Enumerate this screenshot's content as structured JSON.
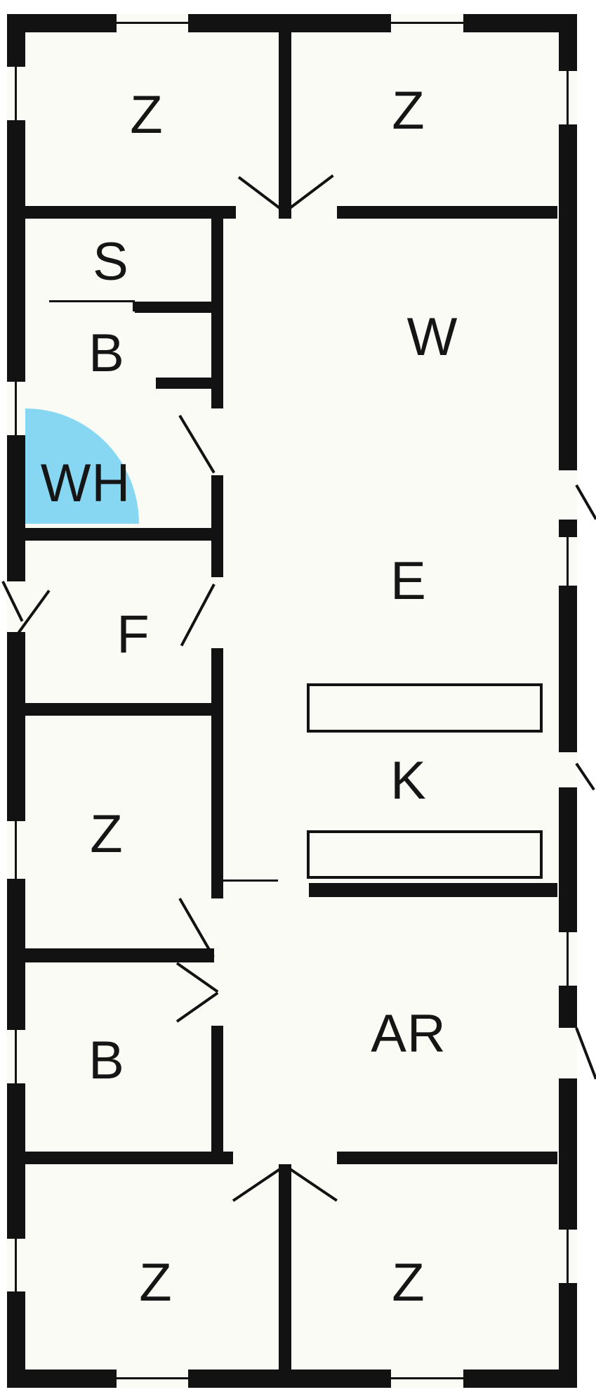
{
  "figure": {
    "type": "floor-plan"
  },
  "rooms": [
    {
      "id": "z-top-left",
      "label": "Z"
    },
    {
      "id": "z-top-right",
      "label": "Z"
    },
    {
      "id": "s",
      "label": "S"
    },
    {
      "id": "b-upper",
      "label": "B"
    },
    {
      "id": "wh",
      "label": "WH"
    },
    {
      "id": "w",
      "label": "W"
    },
    {
      "id": "e",
      "label": "E"
    },
    {
      "id": "f",
      "label": "F"
    },
    {
      "id": "k",
      "label": "K"
    },
    {
      "id": "z-middle-left",
      "label": "Z"
    },
    {
      "id": "b-lower",
      "label": "B"
    },
    {
      "id": "ar",
      "label": "AR"
    },
    {
      "id": "z-bottom-left",
      "label": "Z"
    },
    {
      "id": "z-bottom-right",
      "label": "Z"
    }
  ],
  "colors": {
    "wall": "#121212",
    "floor": "#fbfbf6",
    "door_swing_highlight": "#87d7f3"
  }
}
